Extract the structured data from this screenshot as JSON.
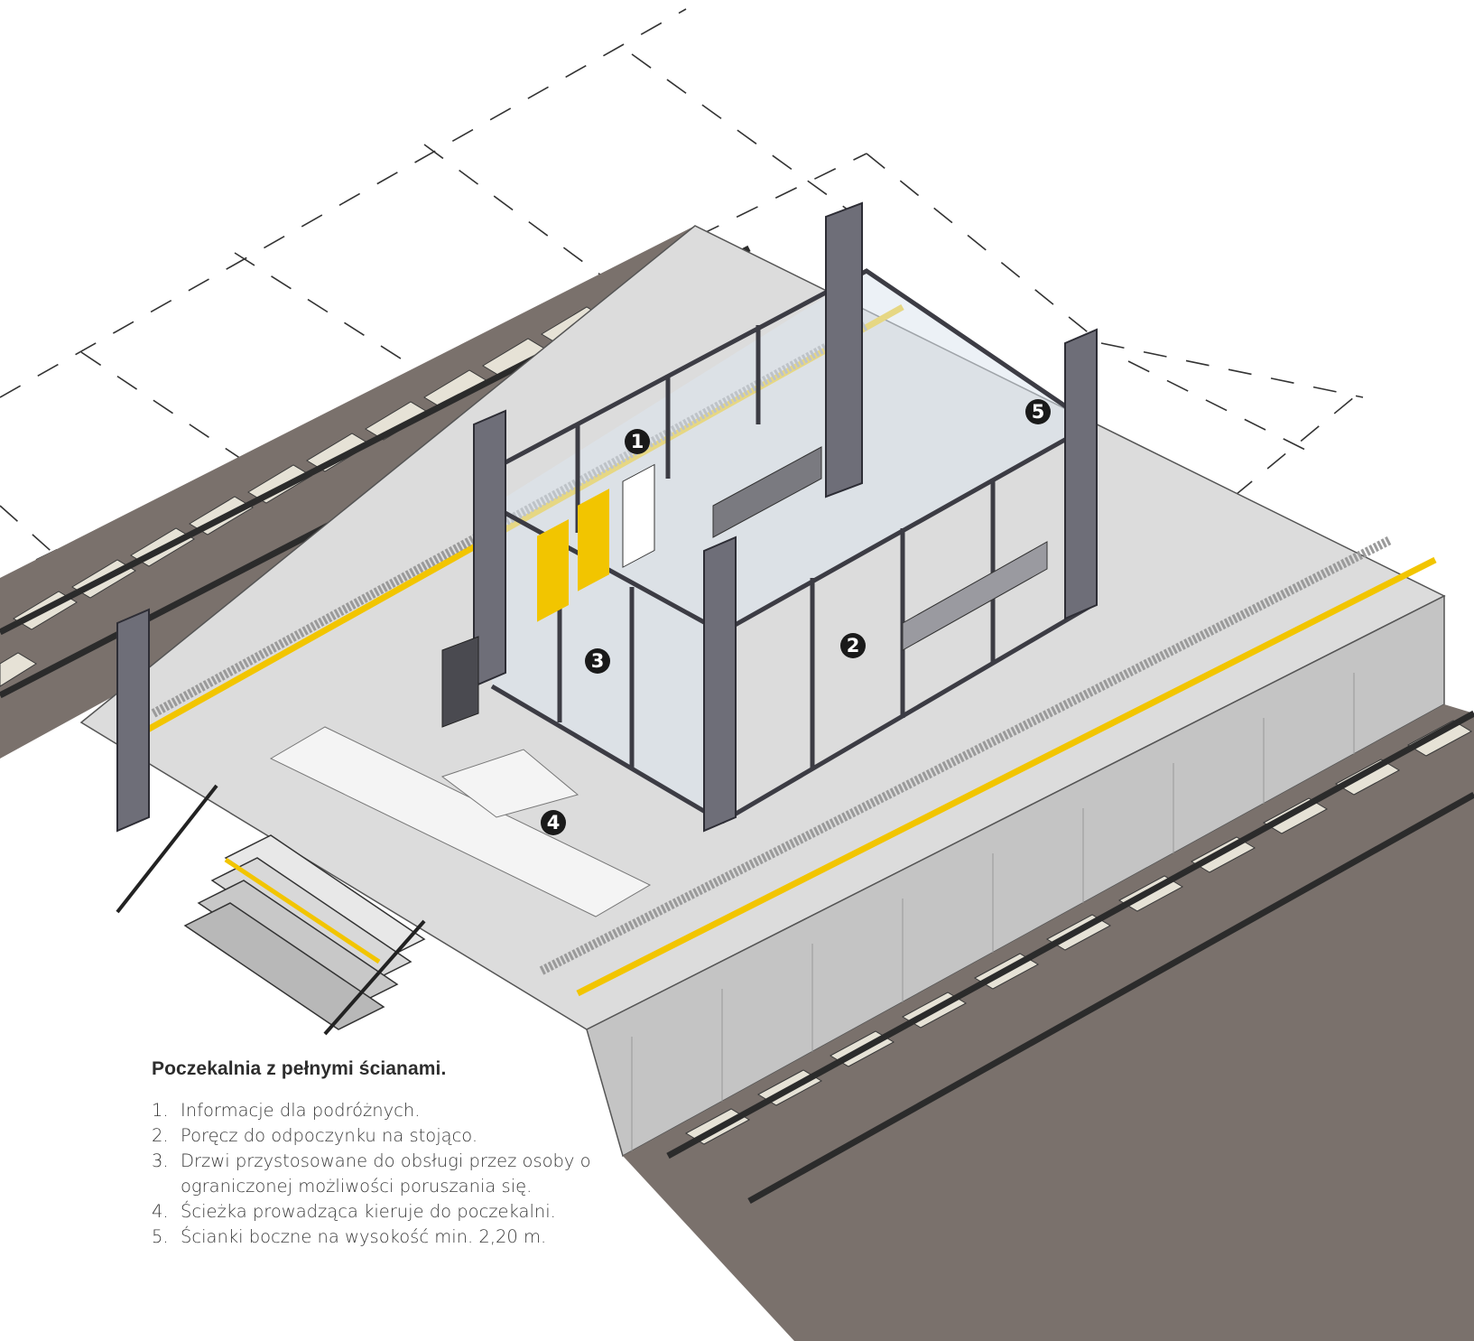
{
  "legend": {
    "title": "Poczekalnia z pełnymi ścianami.",
    "items": [
      {
        "num": "1.",
        "text": "Informacje dla podróżnych."
      },
      {
        "num": "2.",
        "text": "Poręcz do odpoczynku na stojąco."
      },
      {
        "num": "3.",
        "text": "Drzwi przystosowane do obsługi przez osoby o ograniczonej możliwości poruszania się."
      },
      {
        "num": "4.",
        "text": "Ścieżka prowadząca kieruje do poczekalni."
      },
      {
        "num": "5.",
        "text": "Ścianki boczne na wysokość min. 2,20 m."
      }
    ]
  },
  "markers": [
    "1",
    "2",
    "3",
    "4",
    "5"
  ],
  "colors": {
    "platform": "#dcdcdc",
    "platform_edge": "#c4c4c4",
    "ballast": "#7a716c",
    "sleeper": "#e6e2d6",
    "rail": "#2b2b2b",
    "safety_line": "#f2c500",
    "glass": "#dde6ee",
    "frame": "#3c3c44",
    "pillar": "#6e6e78",
    "marker": "#1a1a1a"
  }
}
